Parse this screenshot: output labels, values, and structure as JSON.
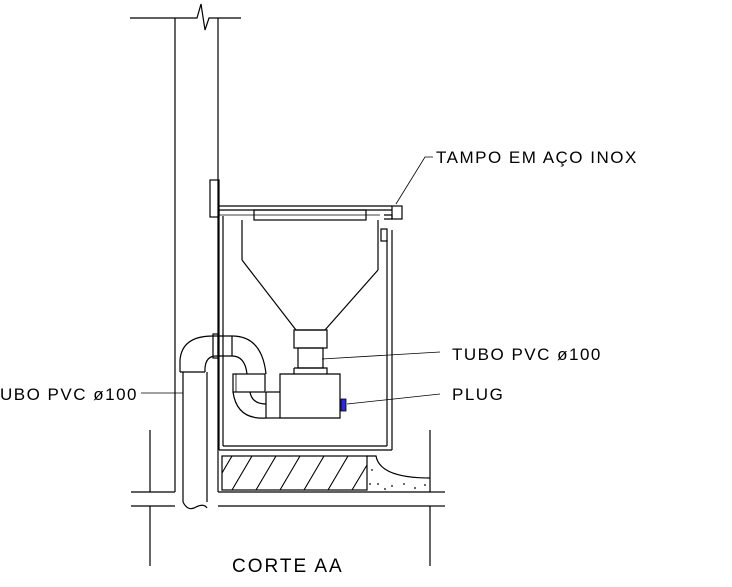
{
  "labels": {
    "top": "TAMPO EM AÇO INOX",
    "pipe_right": "TUBO PVC ø100",
    "plug": "PLUG",
    "pipe_left": "UBO PVC ø100"
  },
  "title": "CORTE AA",
  "colors": {
    "line": "#000000",
    "plug": "#2c2cd8",
    "background": "#ffffff"
  }
}
